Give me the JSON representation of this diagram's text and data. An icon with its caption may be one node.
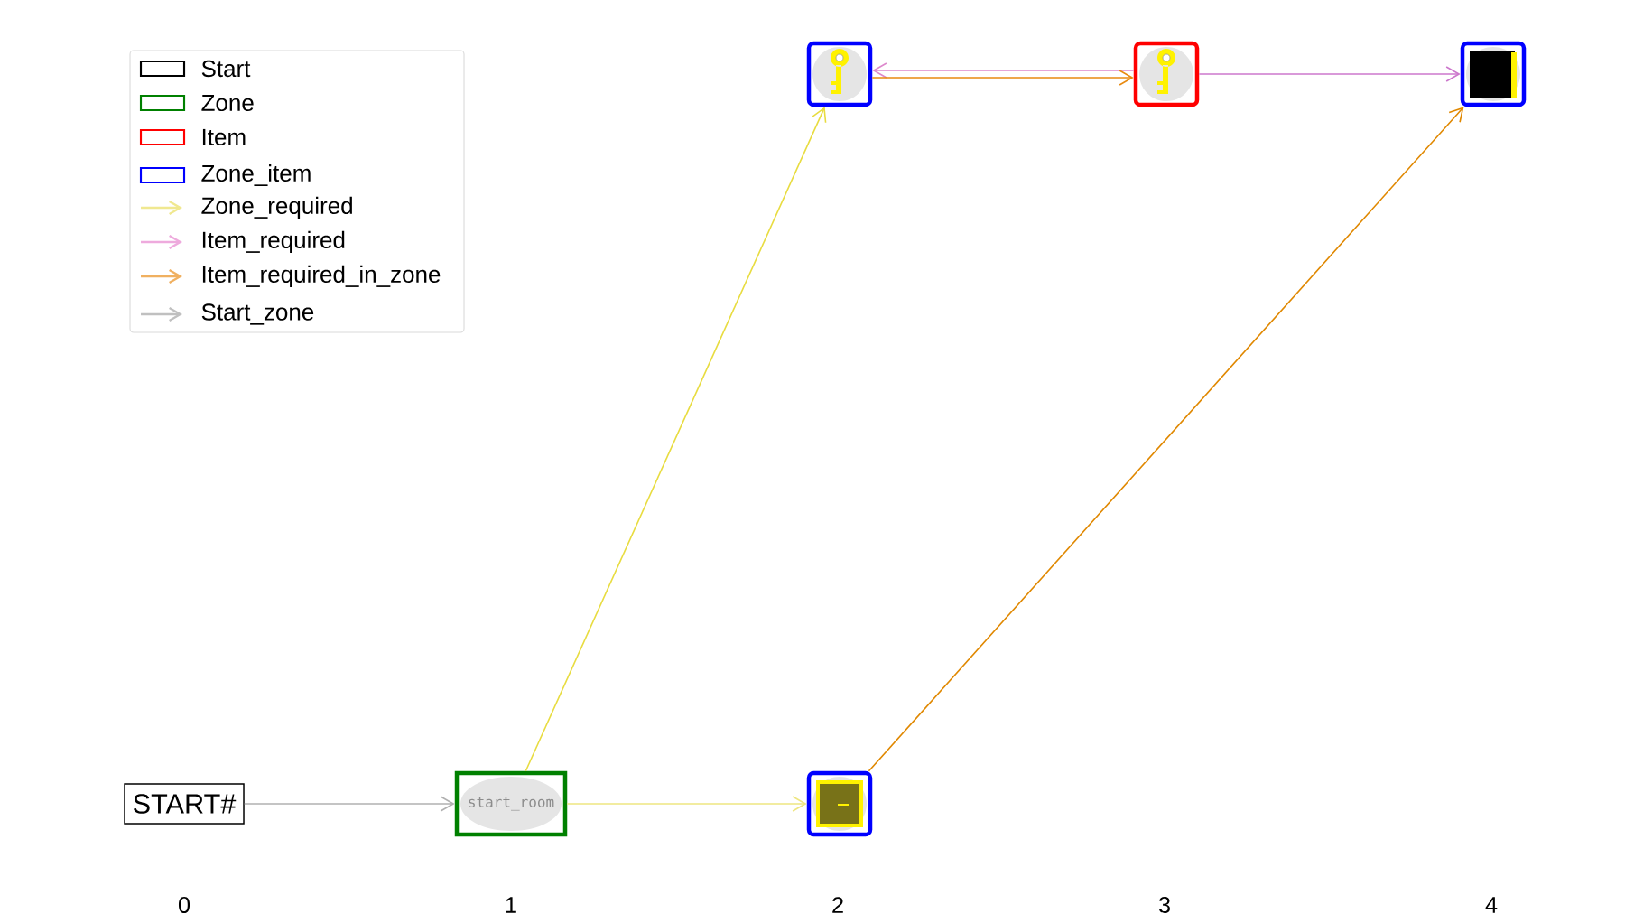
{
  "diagram": {
    "nodes": [
      {
        "text": [
          "START#"
        ]
      },
      {
        "text": [
          "start_room"
        ]
      },
      {
        "text": [],
        "shape": "picture"
      },
      {
        "text": [],
        "shape": "picture"
      },
      {
        "text": [],
        "shape": "picture"
      },
      {
        "text": [],
        "shape": "picture"
      }
    ],
    "edges": [
      {
        "from": 0,
        "to": 1,
        "arrow": "to",
        "color": "#b0b0b0"
      },
      {
        "from": 1,
        "to": 2,
        "arrow": "to",
        "color": "#eee680"
      },
      {
        "from": 1,
        "to": 3,
        "arrow": "to",
        "color": "#e8dc40"
      },
      {
        "from": 4,
        "to": 3,
        "arrow": "to",
        "color": "#dd88cc"
      },
      {
        "from": 3,
        "to": 4,
        "arrow": "to",
        "color": "#e88a10"
      },
      {
        "from": 4,
        "to": 5,
        "arrow": "to",
        "color": "#cc77cc"
      },
      {
        "from": 2,
        "to": 5,
        "arrow": "to",
        "color": "#e08800"
      }
    ],
    "labels": [
      "0",
      "1",
      "2",
      "3",
      "4"
    ],
    "legend": [
      {
        "text": "Start",
        "color": "#000000"
      },
      {
        "text": "Zone",
        "color": "#008000"
      },
      {
        "text": "Item",
        "color": "#ff0000"
      },
      {
        "text": "Zone_item",
        "color": "#0000ff"
      },
      {
        "text": "Zone_required",
        "color": "#f0e890"
      },
      {
        "text": "Item_required",
        "color": "#eeaadd"
      },
      {
        "text": "Item_required_in_zone",
        "color": "#f0b060"
      },
      {
        "text": "Start_zone",
        "color": "#c0c0c0"
      }
    ]
  }
}
